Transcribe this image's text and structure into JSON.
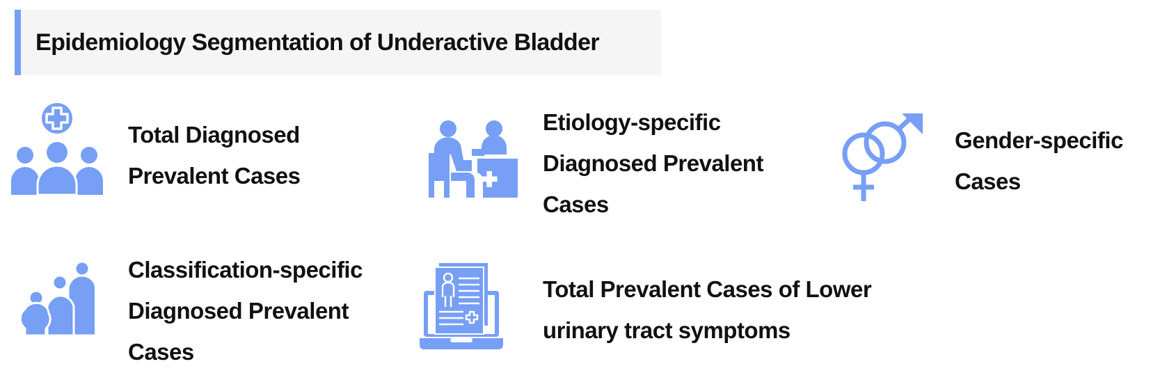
{
  "header": {
    "title": "Epidemiology Segmentation of Underactive Bladder",
    "accent_color": "#769ff5",
    "background_color": "#f5f5f5"
  },
  "icon_color": "#769ff5",
  "segments": [
    {
      "icon": "patient-group-medical-icon",
      "lines": [
        "Total Diagnosed",
        "Prevalent Cases"
      ]
    },
    {
      "icon": "doctor-consultation-icon",
      "lines": [
        "Etiology-specific",
        "Diagnosed Prevalent",
        "Cases"
      ]
    },
    {
      "icon": "gender-symbols-icon",
      "lines": [
        "Gender-specific",
        "Cases"
      ]
    },
    {
      "icon": "family-sizes-icon",
      "lines": [
        "Classification-specific",
        "Diagnosed Prevalent",
        "Cases"
      ]
    },
    {
      "icon": "laptop-medical-record-icon",
      "lines": [
        "Total Prevalent Cases of Lower",
        "urinary tract symptoms"
      ]
    }
  ]
}
